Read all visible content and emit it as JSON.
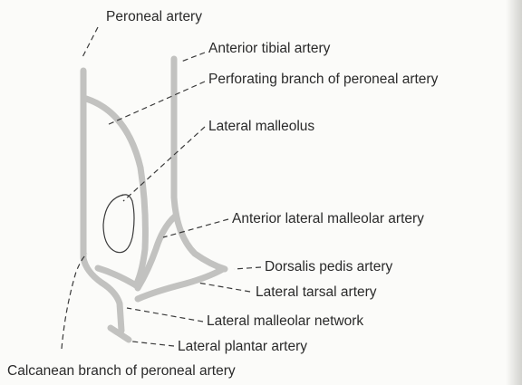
{
  "labels": {
    "peroneal_artery": "Peroneal artery",
    "anterior_tibial_artery": "Anterior tibial artery",
    "perforating_branch": "Perforating branch of peroneal artery",
    "lateral_malleolus": "Lateral malleolus",
    "anterior_lateral_malleolar_artery": "Anterior lateral malleolar artery",
    "dorsalis_pedis_artery": "Dorsalis pedis artery",
    "lateral_tarsal_artery": "Lateral tarsal artery",
    "lateral_malleolar_network": "Lateral malleolar network",
    "lateral_plantar_artery": "Lateral plantar artery",
    "calcanean_branch": "Calcanean branch of peroneal artery"
  },
  "colors": {
    "vessel": "#c2c2c0",
    "outline": "#3a3a3a",
    "leader": "#3a3a3a",
    "text": "#2a2a2a",
    "background": "#fbfbf9"
  }
}
